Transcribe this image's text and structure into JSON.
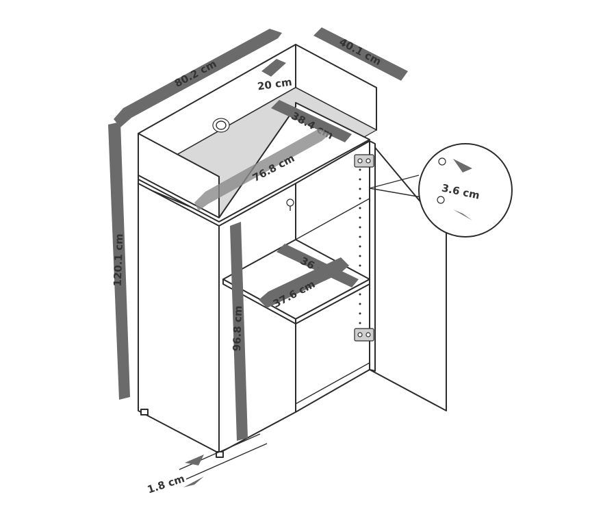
{
  "dimensions": {
    "width_total": "80.2 cm",
    "depth_total": "40.1 cm",
    "top_tray_height": "20 cm",
    "tray_inner_depth": "38.4 cm",
    "tray_inner_width": "76.8 cm",
    "height_total": "120.1 cm",
    "door_height": "96.8 cm",
    "shelf_width": "36 cm",
    "shelf_depth": "37.6 cm",
    "hole_spacing": "3.6 cm",
    "panel_thickness": "1.8 cm"
  },
  "colors": {
    "arrow": "#6b6b6b",
    "line": "#2b2b2b",
    "background": "#ffffff"
  }
}
